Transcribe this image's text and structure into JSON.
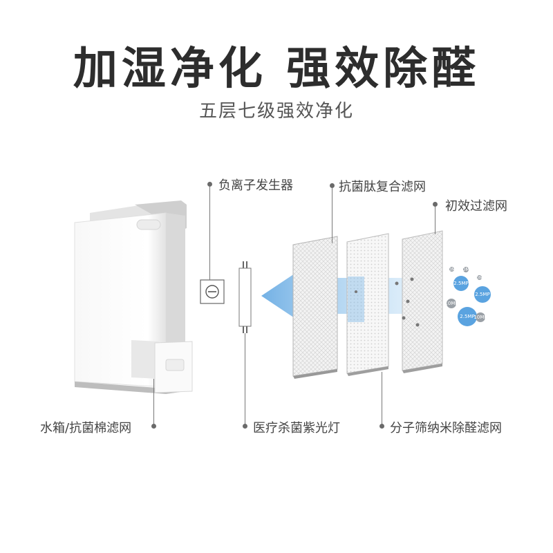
{
  "header": {
    "title": "加湿净化 强效除醛",
    "subtitle": "五层七级强效净化"
  },
  "callouts": {
    "ion_generator": "负离子发生器",
    "antibacterial_peptide_filter": "抗菌肽复合滤网",
    "pre_filter": "初效过滤网",
    "water_tank_cotton_filter": "水箱/抗菌棉滤网",
    "uv_lamp": "医疗杀菌紫光灯",
    "molecular_sieve_filter": "分子筛纳米除醛滤网"
  },
  "particles": {
    "label": "2.5MP",
    "small_label": "10MP"
  },
  "colors": {
    "airflow_arrow": "#7fb8e6",
    "particle_blue": "#5aa3e0",
    "particle_gray": "#9aa0a6",
    "device_body": "#f4f4f4"
  }
}
